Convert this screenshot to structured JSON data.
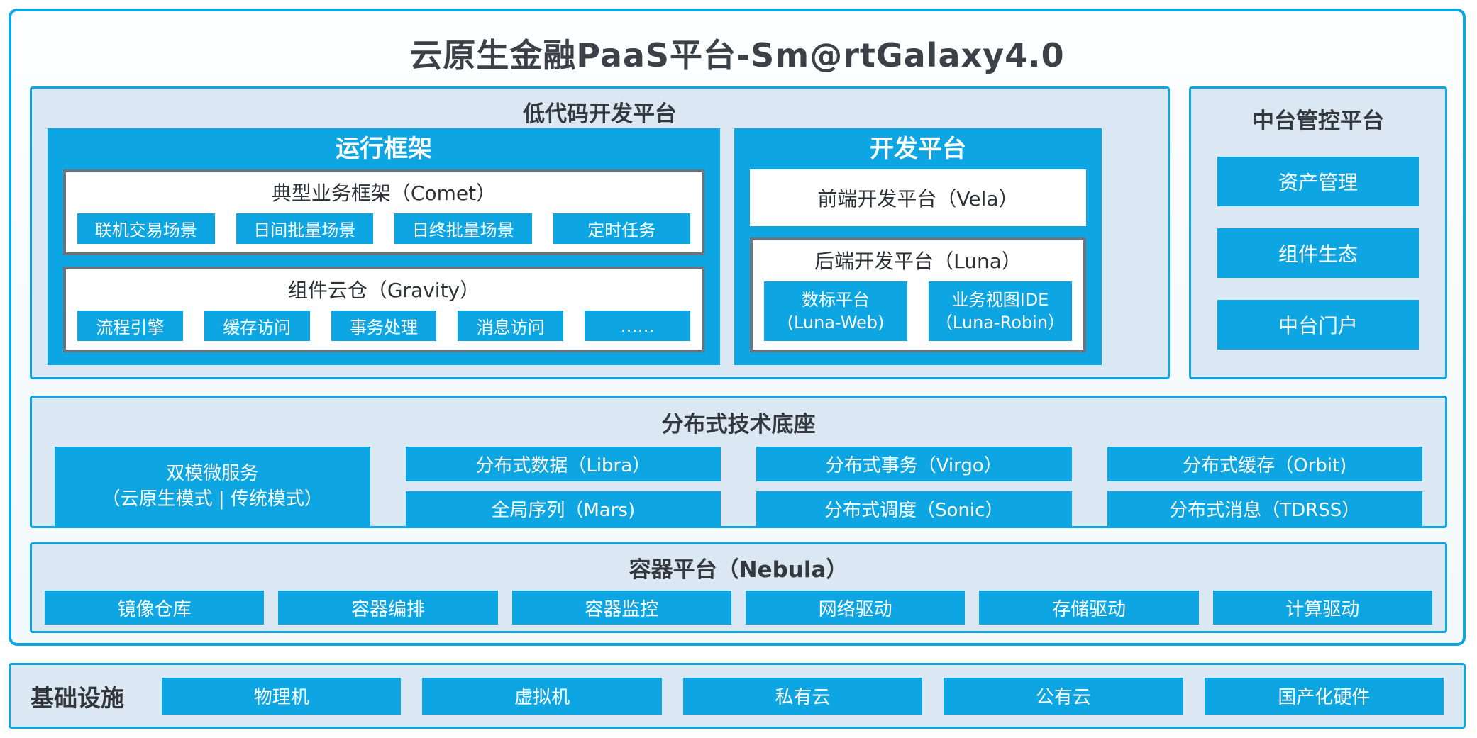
{
  "title": "云原生金融PaaS平台-Sm@rtGalaxy4.0",
  "colors": {
    "accent": "#0da6e3",
    "panel_background": "#dbe7f3",
    "inner_box_border": "#6b737d",
    "text_dark": "#34393f"
  },
  "lowcode": {
    "title": "低代码开发平台",
    "runtime": {
      "title": "运行框架",
      "comet": {
        "title": "典型业务框架（Comet）",
        "items": [
          "联机交易场景",
          "日间批量场景",
          "日终批量场景",
          "定时任务"
        ]
      },
      "gravity": {
        "title": "组件云仓（Gravity）",
        "items": [
          "流程引擎",
          "缓存访问",
          "事务处理",
          "消息访问",
          "……"
        ]
      }
    },
    "dev": {
      "title": "开发平台",
      "vela": "前端开发平台（Vela）",
      "luna": {
        "title": "后端开发平台（Luna）",
        "items": [
          {
            "line1": "数标平台",
            "line2": "(Luna-Web)"
          },
          {
            "line1": "业务视图IDE",
            "line2": "（Luna-Robin）"
          }
        ]
      }
    }
  },
  "midplatform": {
    "title": "中台管控平台",
    "items": [
      "资产管理",
      "组件生态",
      "中台门户"
    ]
  },
  "distributed": {
    "title": "分布式技术底座",
    "dual": {
      "line1": "双模微服务",
      "line2": "（云原生模式 | 传统模式）"
    },
    "columns": [
      [
        "分布式数据（Libra）",
        "全局序列（Mars)"
      ],
      [
        "分布式事务（Virgo）",
        "分布式调度（Sonic）"
      ],
      [
        "分布式缓存（Orbit)",
        "分布式消息（TDRSS）"
      ]
    ]
  },
  "nebula": {
    "title": "容器平台（Nebula）",
    "items": [
      "镜像仓库",
      "容器编排",
      "容器监控",
      "网络驱动",
      "存储驱动",
      "计算驱动"
    ]
  },
  "infrastructure": {
    "title": "基础设施",
    "items": [
      "物理机",
      "虚拟机",
      "私有云",
      "公有云",
      "国产化硬件"
    ]
  }
}
